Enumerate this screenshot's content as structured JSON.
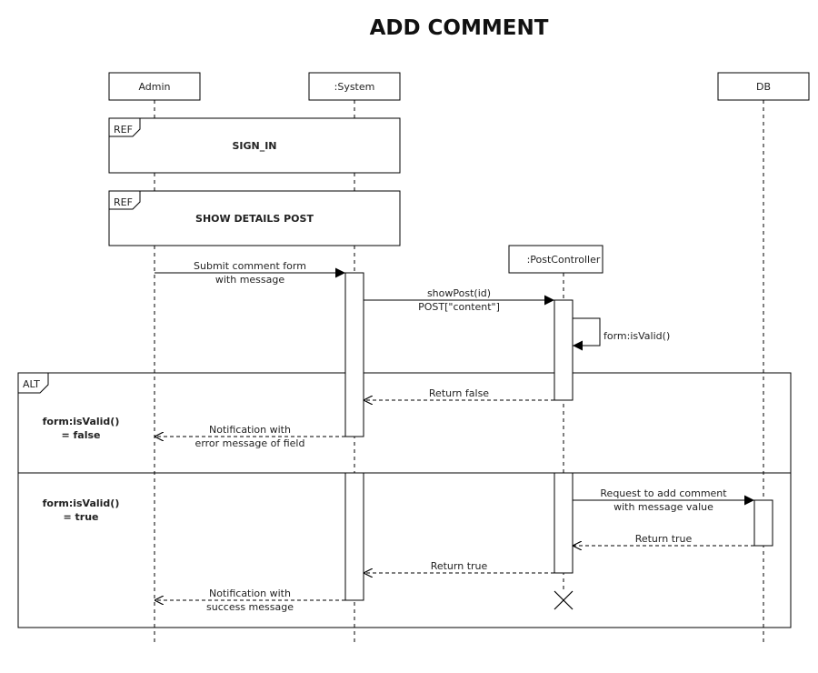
{
  "title": "ADD COMMENT",
  "participants": {
    "admin": "Admin",
    "system": ":System",
    "db": "DB",
    "postcontroller": ":PostController"
  },
  "refs": [
    {
      "tag": "REF",
      "label": "SIGN_IN"
    },
    {
      "tag": "REF",
      "label": "SHOW DETAILS POST"
    }
  ],
  "messages": {
    "submit": [
      "Submit comment form",
      "with message"
    ],
    "showpost": [
      "showPost(id)",
      "POST[\"content\"]"
    ],
    "isvalid": "form:isValid()",
    "return_false": "Return false",
    "notify_error": [
      "Notification with",
      "error message of field"
    ],
    "request_add": [
      "Request to add comment",
      "with message value"
    ],
    "db_return_true": "Return true",
    "ctrl_return_true": "Return true",
    "notify_success": [
      "Notification with",
      "success message"
    ]
  },
  "alt": {
    "tag": "ALT",
    "guard1": [
      "form:isValid()",
      "= false"
    ],
    "guard2": [
      "form:isValid()",
      "= true"
    ]
  }
}
